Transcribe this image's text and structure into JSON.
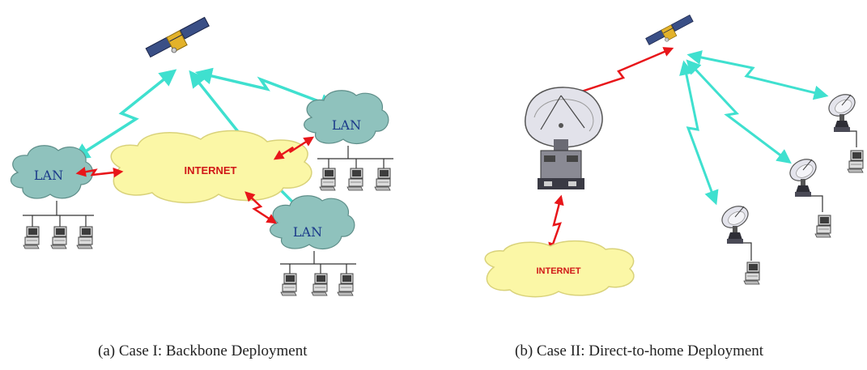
{
  "panel_a": {
    "lan_labels": [
      "LAN",
      "LAN",
      "LAN"
    ],
    "internet_label": "INTERNET",
    "caption": "(a) Case I: Backbone Deployment"
  },
  "panel_b": {
    "internet_label": "INTERNET",
    "caption": "(b) Case II: Direct-to-home Deployment"
  },
  "colors": {
    "satellite_link": "#3fe0cf",
    "terrestrial_link": "#e8161a",
    "lan_cloud": "#8fc2bd",
    "internet_cloud": "#fbf7a6",
    "label_text": "#1b3a8a",
    "internet_text": "#d01818"
  },
  "icons": [
    "satellite-icon",
    "cloud-icon",
    "computer-icon",
    "satellite-dish-icon",
    "ground-station-icon"
  ]
}
